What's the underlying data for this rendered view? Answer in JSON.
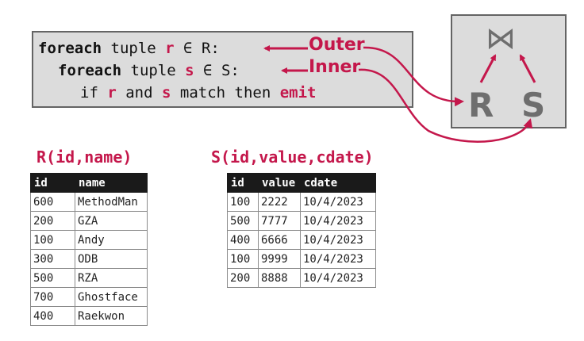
{
  "code": {
    "line1": {
      "kw": "foreach",
      "text": " tuple ",
      "var": "r",
      "in": " ∈ ",
      "set": "R",
      "colon": ":"
    },
    "line2": {
      "kw": "foreach",
      "text": " tuple ",
      "var": "s",
      "in": " ∈ ",
      "set": "S",
      "colon": ":"
    },
    "line3": {
      "pre": "if ",
      "var1": "r",
      "mid1": " and ",
      "var2": "s",
      "mid2": " match then ",
      "emit": "emit"
    }
  },
  "labels": {
    "outer": "Outer",
    "inner": "Inner"
  },
  "plan": {
    "join_symbol": "⋈",
    "left": "R",
    "right": "S"
  },
  "table_r": {
    "title": "R(id,name)",
    "columns": [
      "id",
      "name"
    ],
    "rows": [
      [
        "600",
        "MethodMan"
      ],
      [
        "200",
        "GZA"
      ],
      [
        "100",
        "Andy"
      ],
      [
        "300",
        "ODB"
      ],
      [
        "500",
        "RZA"
      ],
      [
        "700",
        "Ghostface"
      ],
      [
        "400",
        "Raekwon"
      ]
    ]
  },
  "table_s": {
    "title": "S(id,value,cdate)",
    "columns": [
      "id",
      "value",
      "cdate"
    ],
    "rows": [
      [
        "100",
        "2222",
        "10/4/2023"
      ],
      [
        "500",
        "7777",
        "10/4/2023"
      ],
      [
        "400",
        "6666",
        "10/4/2023"
      ],
      [
        "100",
        "9999",
        "10/4/2023"
      ],
      [
        "200",
        "8888",
        "10/4/2023"
      ]
    ]
  },
  "colors": {
    "accent": "#c4174b",
    "box_fill": "#dcdcdc",
    "box_border": "#646464",
    "header_bg": "#1a1a1a"
  }
}
